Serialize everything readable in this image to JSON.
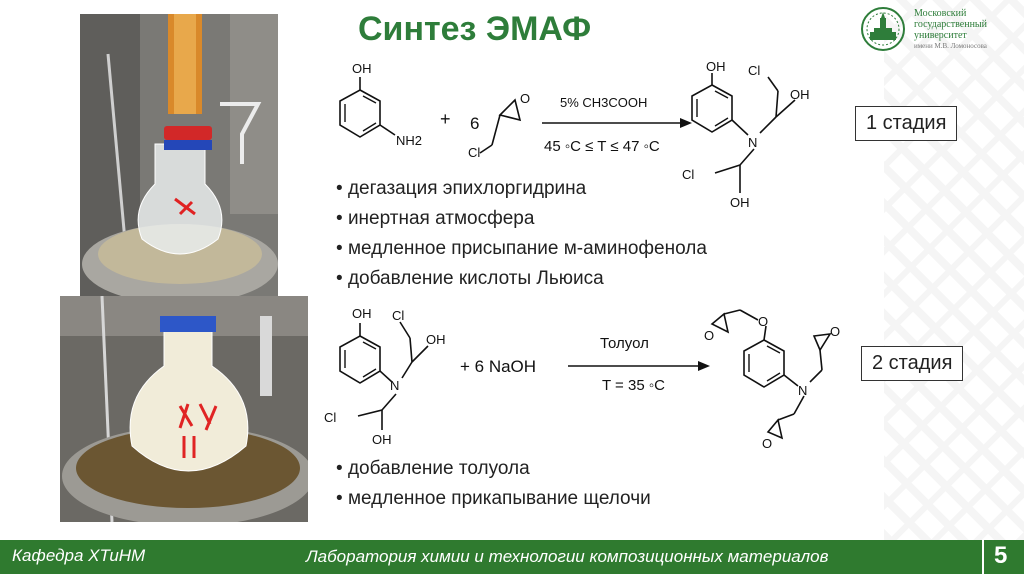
{
  "title": "Синтез ЭМАФ",
  "university_logo": {
    "line1": "Московский",
    "line2": "государственный",
    "line3": "университет",
    "line4": "имени М.В. Ломоносова",
    "icon": "msu-emblem-icon"
  },
  "stage1": {
    "reactant_labels": {
      "oh": "OH",
      "nh2": "NH2",
      "coeff": "6",
      "o": "O",
      "cl": "Cl"
    },
    "plus": "+",
    "conditions_top": "5% CH3COOH",
    "conditions_bottom": "45 ◦C ≤ T ≤ 47 ◦C",
    "product_labels": {
      "oh": "OH",
      "cl_top": "Cl",
      "oh_right": "OH",
      "n": "N",
      "cl_bottom": "Cl",
      "oh_bottom": "OH"
    },
    "label": "1 стадия",
    "bullets": [
      "дегазация эпихлоргидрина",
      "инертная атмосфера",
      "медленное присыпание м-аминофенола",
      "добавление кислоты Льюиса"
    ]
  },
  "stage2": {
    "reactant_labels": {
      "oh": "OH",
      "cl_top": "Cl",
      "oh_right": "OH",
      "n": "N",
      "cl_bottom": "Cl",
      "oh_bottom": "OH"
    },
    "reagent": "+ 6 NaOH",
    "conditions_top": "Толуол",
    "conditions_bottom": "T = 35 ◦C",
    "product_labels": {
      "o_top": "O",
      "o_link": "O",
      "o_right": "O",
      "n": "N",
      "o_bottom": "O"
    },
    "label": "2 стадия",
    "bullets": [
      "добавление толуола",
      "медленное прикапывание щелочи"
    ]
  },
  "footer": {
    "department": "Кафедра ХТиНМ",
    "laboratory": "Лаборатория химии и технологии композиционных материалов",
    "page_number": "5"
  },
  "colors": {
    "accent": "#2e7d3a",
    "footer_bg": "#2f7a2f"
  }
}
